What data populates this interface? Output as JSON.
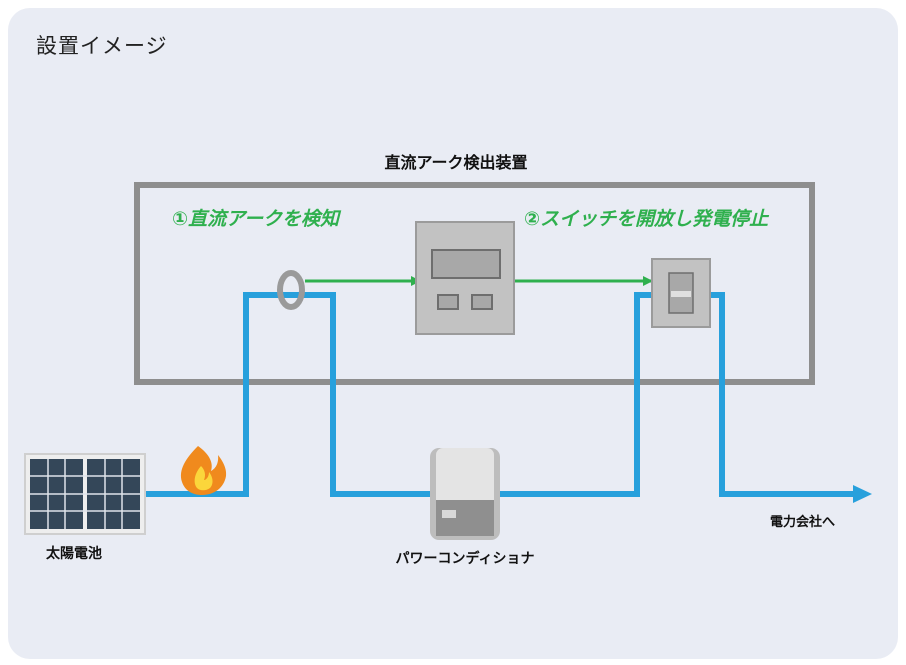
{
  "heading": "設置イメージ",
  "detector_box": {
    "title": "直流アーク検出装置"
  },
  "steps": {
    "step1": "①直流アークを検知",
    "step2": "②スイッチを開放し発電停止"
  },
  "labels": {
    "solar": "太陽電池",
    "power_conditioner": "パワーコンディショナ",
    "destination": "電力会社へ"
  },
  "colors": {
    "card_background": "#e9ecf4",
    "wire": "#27a0dc",
    "signal_arrow": "#2fb04e",
    "step_text": "#2fb04e",
    "box_border": "#8e8e8e",
    "device_gray": "#b8b8b8"
  },
  "icons": [
    "solar-panel-icon",
    "fire-icon",
    "current-sensor-icon",
    "detector-unit-icon",
    "switch-icon",
    "power-conditioner-icon"
  ]
}
